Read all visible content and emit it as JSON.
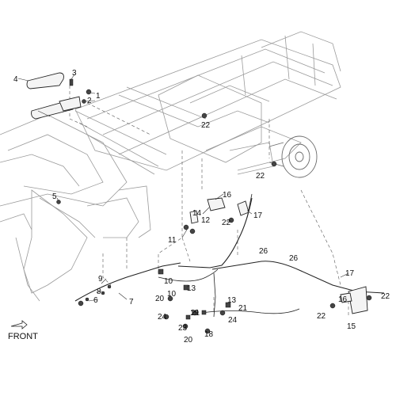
{
  "labels": {
    "c1": "1",
    "c2": "2",
    "c3": "3",
    "c4": "4",
    "c5": "5",
    "c6": "6",
    "c7": "7",
    "c8": "8",
    "c9": "9",
    "c10a": "10",
    "c10b": "10",
    "c11": "11",
    "c12": "12",
    "c13a": "13",
    "c13b": "13",
    "c14": "14",
    "c15": "15",
    "c16a": "16",
    "c16b": "16",
    "c17a": "17",
    "c17b": "17",
    "c18": "18",
    "c19": "19",
    "c20a": "20",
    "c20b": "20",
    "c21a": "21",
    "c21b": "21",
    "c22a": "22",
    "c22b": "22",
    "c22c": "22",
    "c22d": "22",
    "c22e": "22",
    "c23": "23",
    "c24a": "24",
    "c24b": "24",
    "c26a": "26",
    "c26b": "26",
    "front": "FRONT"
  }
}
